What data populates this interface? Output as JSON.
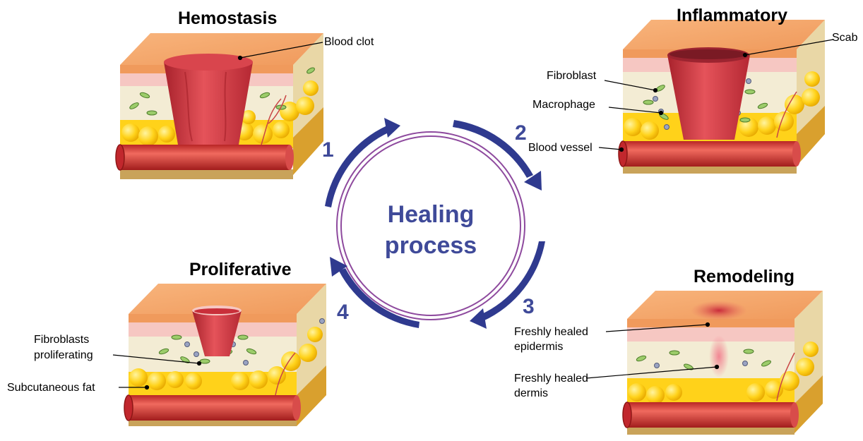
{
  "center": {
    "line1": "Healing",
    "line2": "process"
  },
  "stages": [
    {
      "number": "1",
      "title": "Hemostasis"
    },
    {
      "number": "2",
      "title": "Inflammatory"
    },
    {
      "number": "3",
      "title": "Remodeling"
    },
    {
      "number": "4",
      "title": "Proliferative"
    }
  ],
  "labels": {
    "blood_clot": "Blood clot",
    "scab": "Scab",
    "fibroblast": "Fibroblast",
    "macrophage": "Macrophage",
    "blood_vessel": "Blood vessel",
    "fibroblasts_proliferating_1": "Fibroblasts",
    "fibroblasts_proliferating_2": "proliferating",
    "subcutaneous_fat": "Subcutaneous fat",
    "freshly_healed_epidermis_1": "Freshly healed",
    "freshly_healed_epidermis_2": "epidermis",
    "freshly_healed_dermis_1": "Freshly healed",
    "freshly_healed_dermis_2": "dermis"
  },
  "colors": {
    "accent": "#3f4a99",
    "ring": "#8e4a9e",
    "skin_top": "#f3a46c",
    "epidermis": "#f6c7c2",
    "dermis": "#f3ecd4",
    "fat": "#ffd21a",
    "vessel": "#d93b3b",
    "clot": "#cf3b43",
    "base": "#c9a35a"
  }
}
